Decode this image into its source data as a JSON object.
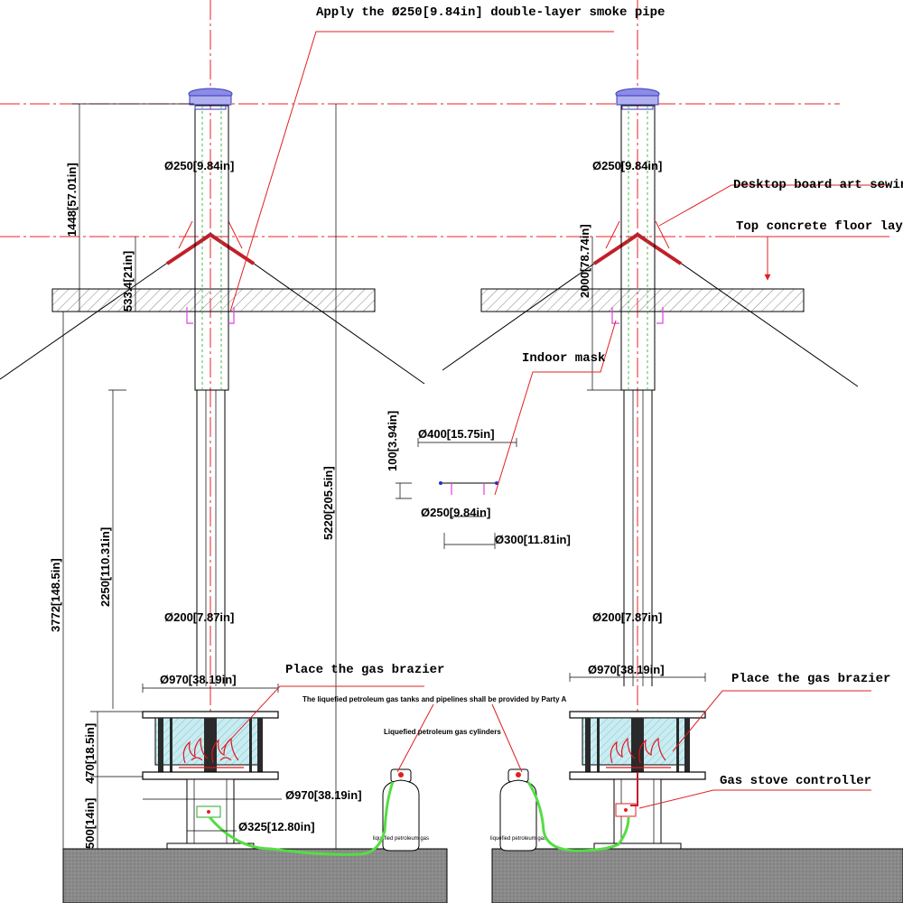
{
  "notes": {
    "smoke_pipe": "Apply the Ø250[9.84in] double-layer smoke pipe",
    "desktop_board": "Desktop board art sewing",
    "top_concrete": "Top concrete floor layer",
    "indoor_mask": "Indoor mask",
    "gas_brazier_left": "Place the gas brazier",
    "gas_brazier_right": "Place the gas brazier",
    "lpg_provided": "The liquefied petroleum gas tanks and pipelines shall be provided by Party A",
    "lpg_cylinders": "Liquefied petroleum gas cylinders",
    "gas_controller": "Gas stove controller"
  },
  "dims": {
    "d250_left": "Ø250[9.84in]",
    "d250_right": "Ø250[9.84in]",
    "h1448": "1448[57.01in]",
    "h533": "533.4[21in]",
    "h2000": "2000[78.74in]",
    "h5220": "5220[205.5in]",
    "h2250": "2250[110.31in]",
    "h3772": "3772[148.5in]",
    "h470": "470[18.5in]",
    "h500": "500[14in]",
    "h100": "100[3.94in]",
    "d400": "Ø400[15.75in]",
    "d250_mask": "Ø250[9.84in]",
    "d300": "Ø300[11.81in]",
    "d200_left": "Ø200[7.87in]",
    "d200_right": "Ø200[7.87in]",
    "d970_top_left": "Ø970[38.19in]",
    "d970_top_right": "Ø970[38.19in]",
    "d970_base_left": "Ø970[38.19in]",
    "d325": "Ø325[12.80in]"
  },
  "tank_labels": {
    "left": "liquefied petroleum gas",
    "right": "liquefied petroleum gas"
  },
  "colors": {
    "centerline": "#e8202a",
    "leader": "#e02020",
    "hose": "#55dd44",
    "cap": "#6a6ae8",
    "glass": "#9fd7e0",
    "flame": "#e4141c",
    "magenta": "#e040e0"
  }
}
